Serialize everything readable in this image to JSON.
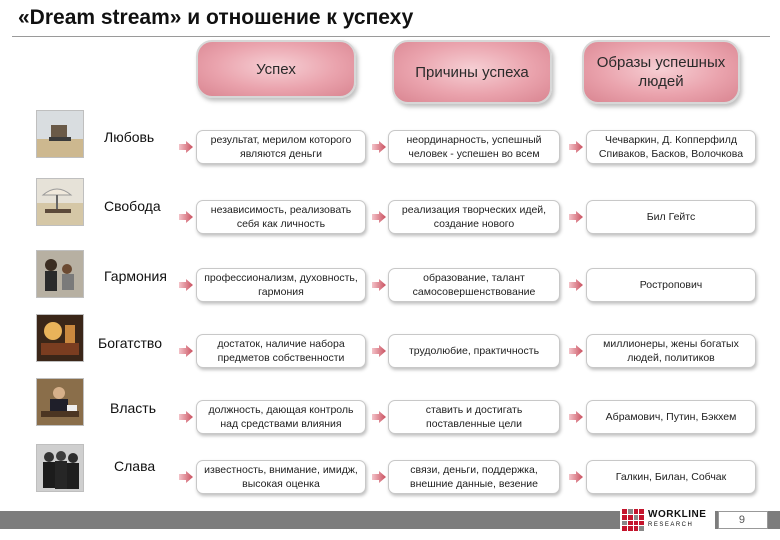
{
  "title": "«Dream stream» и отношение к успеху",
  "headers": [
    "Успех",
    "Причины успеха",
    "Образы успешных людей"
  ],
  "rows": [
    {
      "label": "Любовь",
      "photo": "beach-deckchair-photo",
      "success": "результат, мерилом которого являются деньги",
      "reasons": "неординарность, успешный человек - успешен во всем",
      "people": "Чечваркин, Д. Копперфилд Спиваков, Басков, Волочкова"
    },
    {
      "label": "Свобода",
      "photo": "beach-umbrella-photo",
      "success": "независимость, реализовать себя как личность",
      "reasons": "реализация творческих идей, создание нового",
      "people": "Бил Гейтс"
    },
    {
      "label": "Гармония",
      "photo": "family-photo",
      "success": "профессионализм, духовность, гармония",
      "reasons": "образование, талант самосовершенствование",
      "people": "Ростропович"
    },
    {
      "label": "Богатство",
      "photo": "luxury-interior-photo",
      "success": "достаток, наличие набора предметов собственности",
      "reasons": "трудолюбие, практичность",
      "people": "миллионеры, жены богатых людей, политиков"
    },
    {
      "label": "Власть",
      "photo": "businessman-desk-photo",
      "success": "должность, дающая контроль над средствами влияния",
      "reasons": "ставить и достигать поставленные цели",
      "people": "Абрамович, Путин, Бэкхем"
    },
    {
      "label": "Слава",
      "photo": "celebrities-group-photo",
      "success": "известность, внимание, имидж, высокая оценка",
      "reasons": "связи, деньги, поддержка, внешние данные, везение",
      "people": "Галкин, Билан, Собчак"
    }
  ],
  "logo": {
    "main": "WORKLINE",
    "sub": "RESEARCH"
  },
  "page_number": "9",
  "colors": {
    "header_fill": "#eaa3ad",
    "footer": "#7d7d7d",
    "logo_red": "#c4142c"
  }
}
